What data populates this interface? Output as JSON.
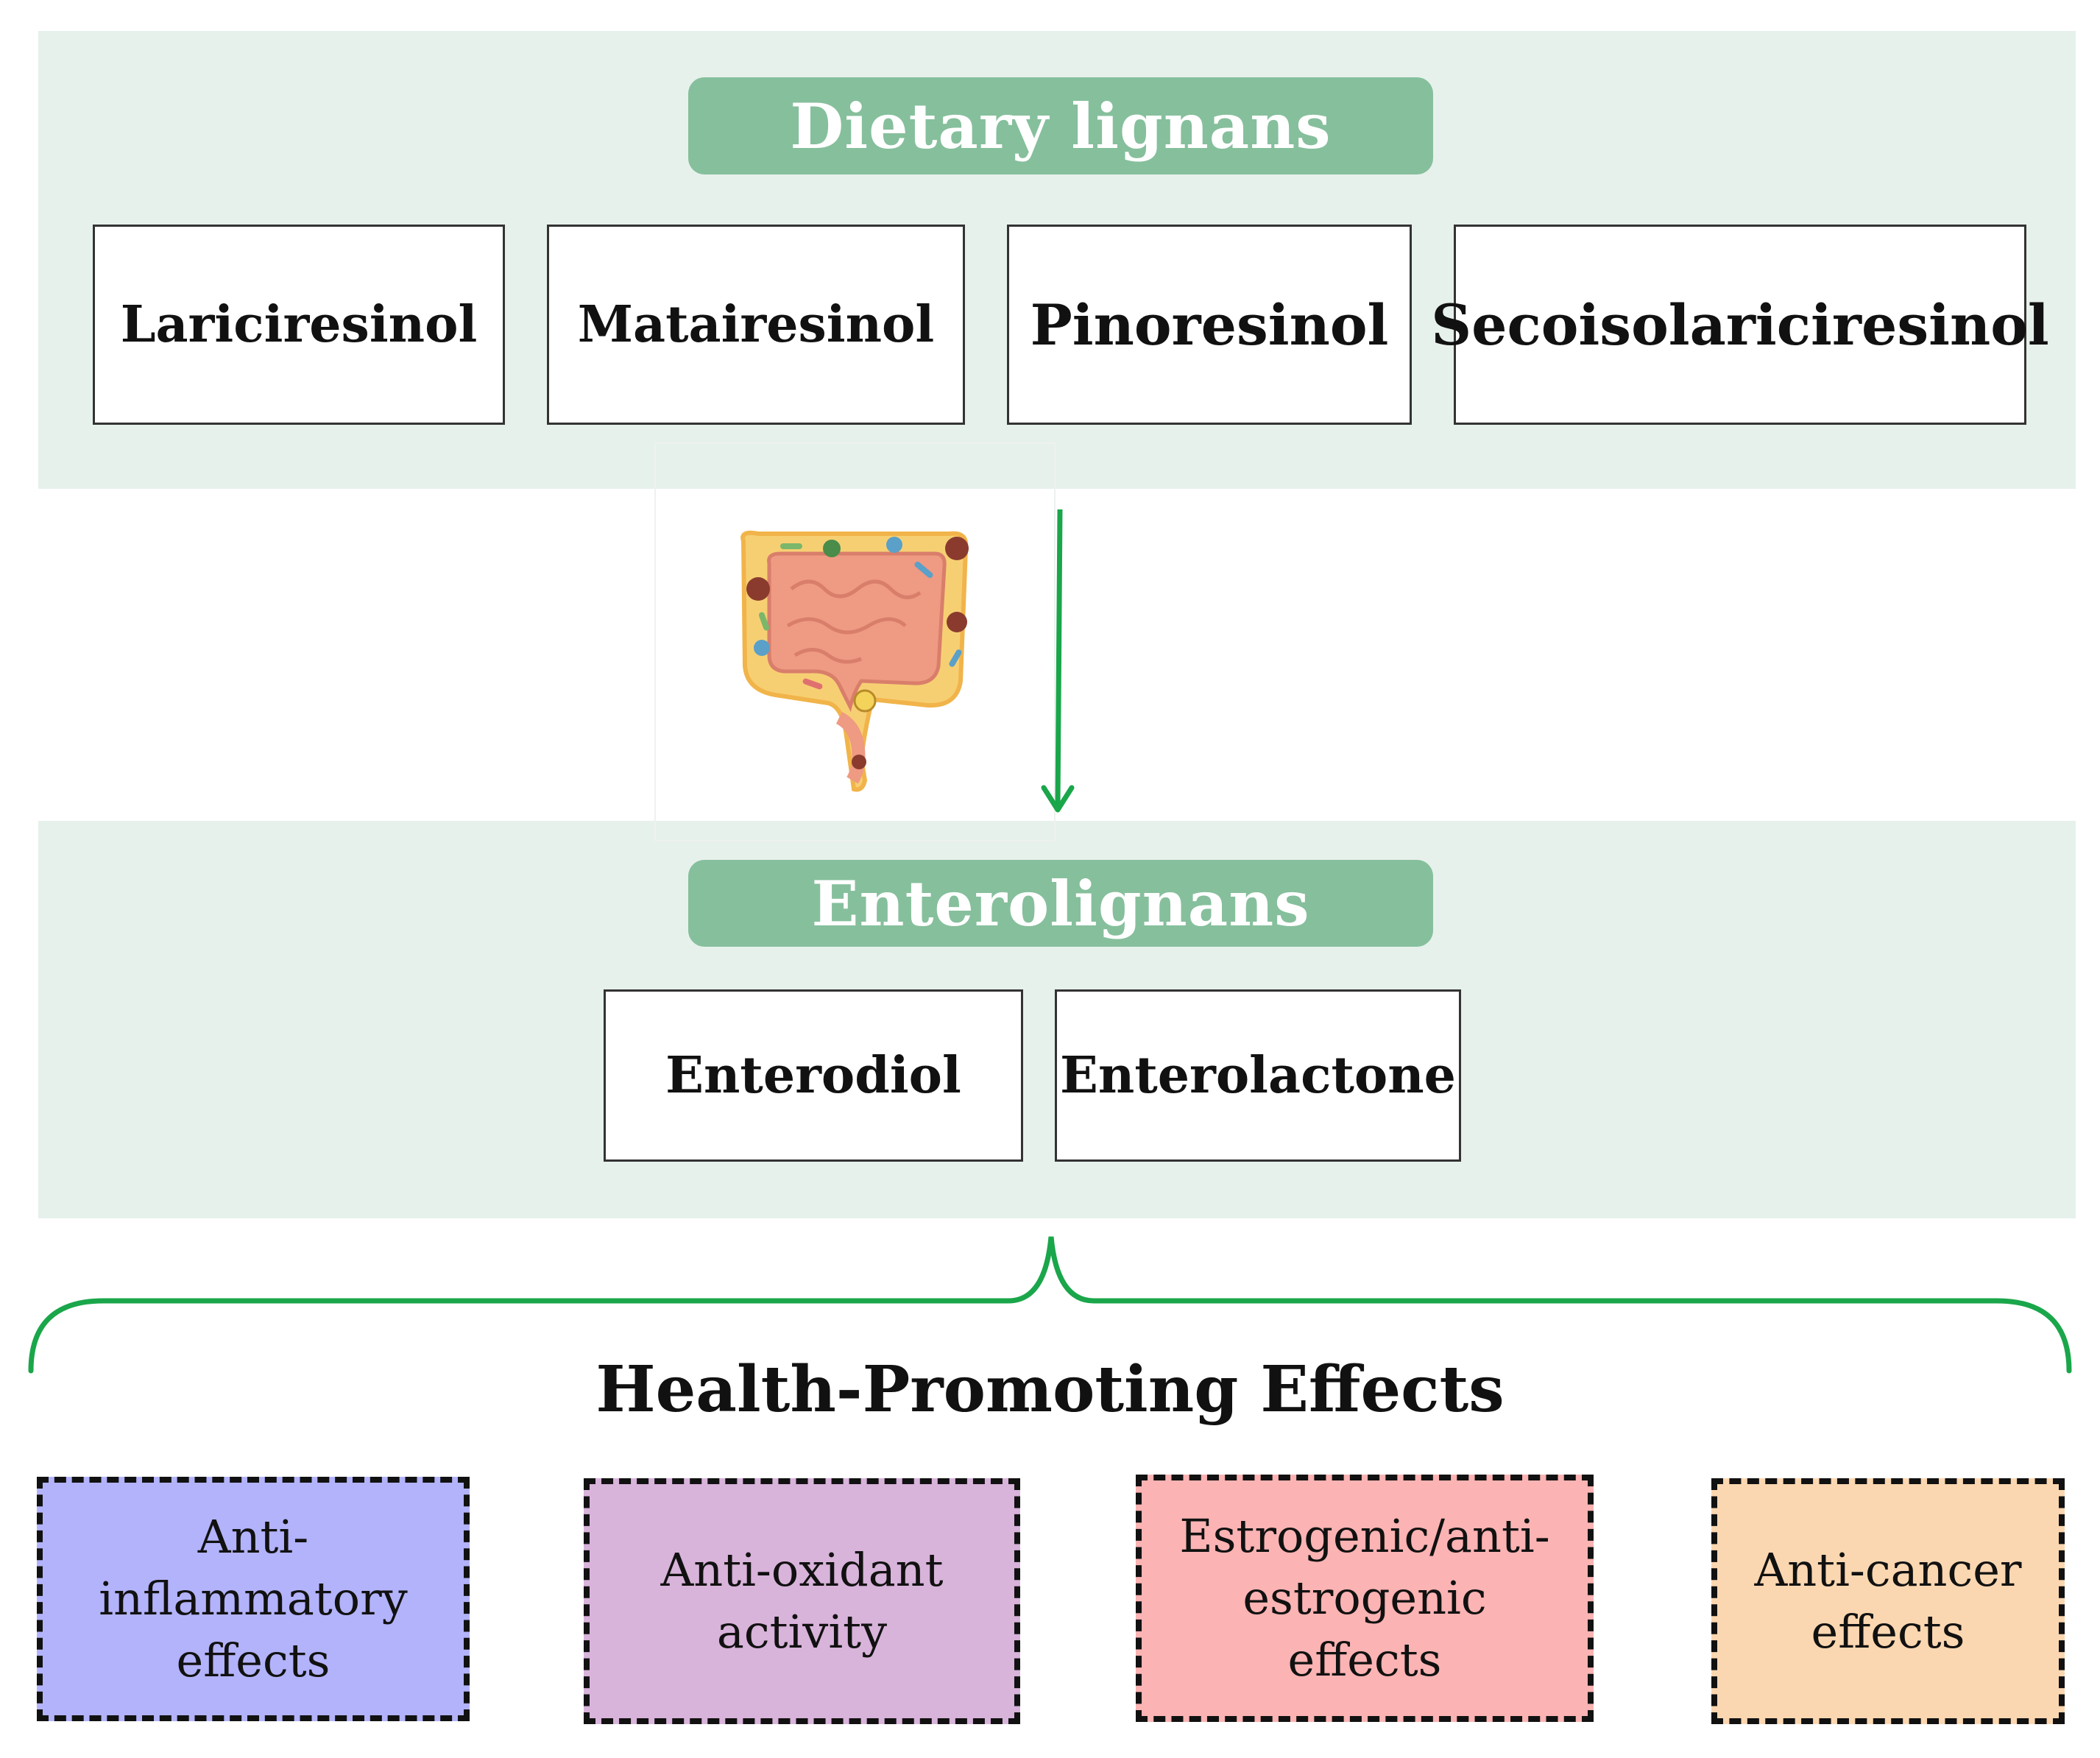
{
  "dietary": {
    "title": "Dietary lignans",
    "items": [
      "Lariciresinol",
      "Matairesinol",
      "Pinoresinol",
      "Secoisolariciresinol"
    ]
  },
  "entero": {
    "title": "Enterolignans",
    "items": [
      "Enterodiol",
      "Enterolactone"
    ]
  },
  "effects": {
    "title": "Health-Promoting Effects",
    "items": [
      {
        "lines": [
          "Anti-",
          "inflammatory",
          "effects"
        ],
        "color": "#b3b3fb"
      },
      {
        "lines": [
          "Anti-oxidant",
          "activity"
        ],
        "color": "#d8b3da"
      },
      {
        "lines": [
          "Estrogenic/anti-",
          "estrogenic effects"
        ],
        "color": "#fbb3b3"
      },
      {
        "lines": [
          "Anti-cancer",
          "effects"
        ],
        "color": "#fbd7b1"
      }
    ]
  },
  "colors": {
    "accent_green": "#1aa64a",
    "header_green": "#86bf9c",
    "panel_bg": "#e7f1ec"
  },
  "icons": {
    "gut": "colon-microbiota-icon"
  }
}
